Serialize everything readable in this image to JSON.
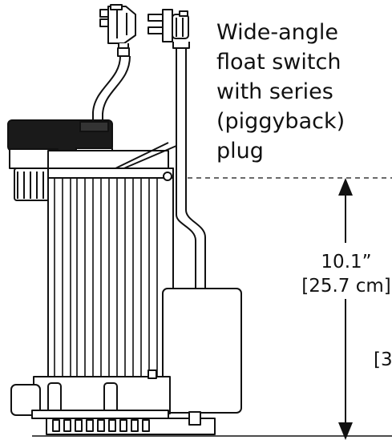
{
  "callout": {
    "lines": [
      "Wide-angle",
      "float switch",
      "with series",
      "(piggyback)",
      "plug"
    ]
  },
  "dimensions": {
    "height_in": "10.1”",
    "height_cm": "[25.7 cm]",
    "clipped_right": "[3"
  },
  "colors": {
    "line": "#111111",
    "fill": "#ffffff",
    "dark_fill": "#1a1a1a"
  }
}
